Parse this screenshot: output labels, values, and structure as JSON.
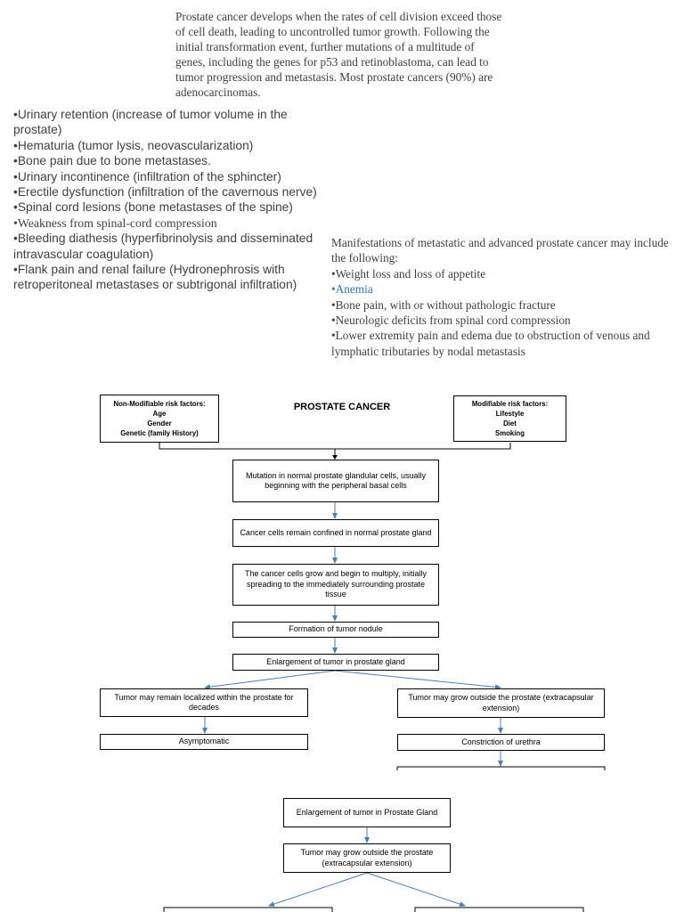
{
  "intro": {
    "text": "Prostate cancer develops when the rates of cell division exceed those of cell death, leading to uncontrolled tumor growth. Following the initial transformation event, further mutations of a multitude of genes, including the genes for p53 and retinoblastoma, can lead to tumor progression and metastasis. Most prostate cancers (90%) are adenocarcinomas."
  },
  "symptoms": {
    "items": [
      "•Urinary retention (increase of tumor volume in the prostate)",
      "•Hematuria (tumor lysis, neovascularization)",
      "•Bone pain due to bone metastases.",
      "•Urinary incontinence (infiltration of the sphincter)",
      "•Erectile dysfunction (infiltration of the cavernous nerve)",
      "•Spinal cord lesions (bone metastases of the spine)",
      "•Weakness from spinal-cord compression",
      "•Bleeding diathesis (hyperfibrinolysis and disseminated intravascular coagulation)",
      "•Flank pain and renal failure (Hydronephrosis with retroperitoneal metastases or subtrigonal infiltration)"
    ]
  },
  "metastatic": {
    "heading": "Manifestations of metastatic and advanced prostate cancer may include the following:",
    "items": [
      "•Weight loss and loss of appetite",
      "•Anemia",
      "•Bone pain, with or without pathologic fracture",
      "•Neurologic deficits from spinal cord compression",
      "•Lower extremity pain and edema due to obstruction of venous and lymphatic tributaries by nodal metastasis"
    ],
    "accent_color": "#2e75b6"
  },
  "flowchart": {
    "title": "PROSTATE CANCER",
    "non_modifiable": {
      "heading": "Non-Modifiable risk factors:",
      "items": [
        "Age",
        "Gender",
        "Genetic (family History)"
      ]
    },
    "modifiable": {
      "heading": "Modifiable risk factors:",
      "items": [
        "Lifestyle",
        "Diet",
        "Smoking"
      ]
    },
    "steps": [
      "Mutation in normal prostate glandular cells, usually beginning with the peripheral basal cells",
      "Cancer cells remain confined in normal prostate gland",
      "The cancer cells grow and begin to multiply, initially spreading to the immediately surrounding prostate tissue",
      "Formation of tumor nodule",
      "Enlargement of tumor in prostate gland"
    ],
    "left_branch": [
      "Tumor may remain localized within the prostate for decades",
      "Asymptomatic"
    ],
    "right_branch": [
      "Tumor may grow outside the prostate (extracapsular extension)",
      "Constriction of urethra"
    ],
    "arrow_color": "#4a7ebb"
  },
  "flowchart2": {
    "steps": [
      "Enlargement of tumor in Prostate Gland",
      "Tumor may grow outside the prostate (extracapsular extension)"
    ]
  }
}
